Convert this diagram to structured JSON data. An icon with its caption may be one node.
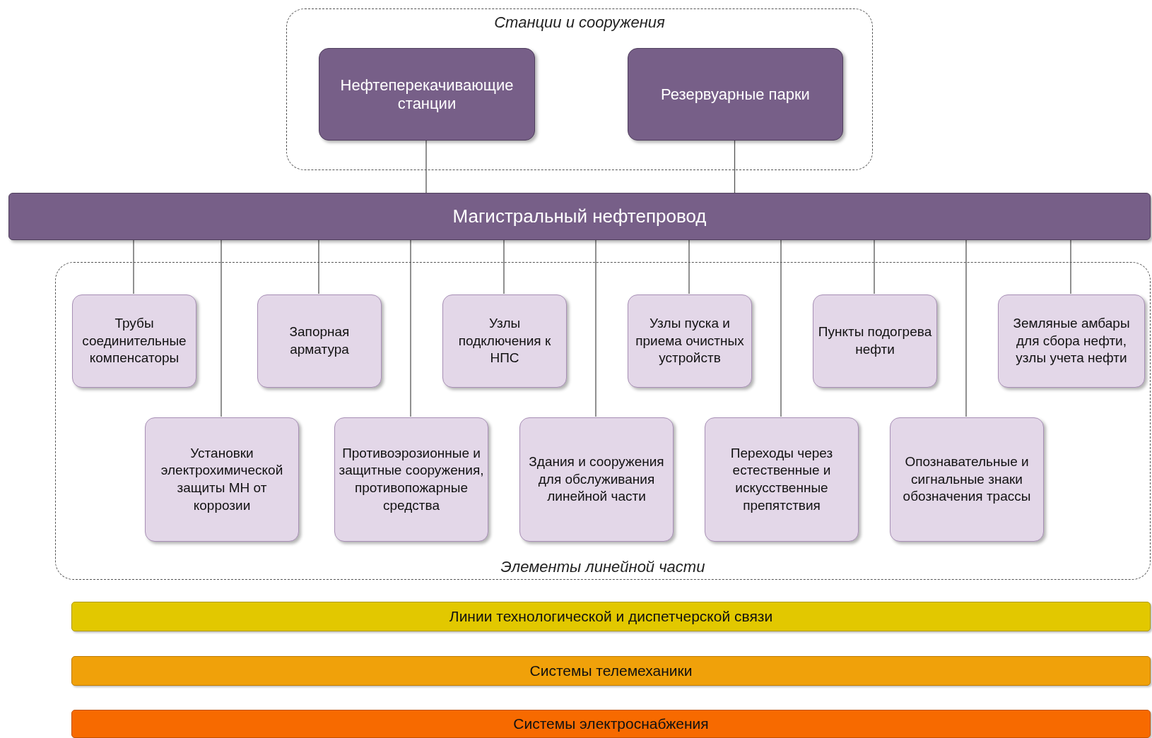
{
  "diagram": {
    "nodes": [
      {
        "text": [
          "Станции и сооружения"
        ]
      },
      {
        "text": [
          "Нефтеперекачивающие станции"
        ],
        "in": 0
      },
      {
        "text": [
          "Резервуарные парки"
        ],
        "in": 0
      },
      {
        "text": [
          "Магистральный нефтепровод"
        ]
      },
      {
        "text": [
          "Элементы линейной части"
        ]
      },
      {
        "text": [
          "Трубы соединительные компенсаторы"
        ],
        "in": 4
      },
      {
        "text": [
          "Запорная арматура"
        ],
        "in": 4
      },
      {
        "text": [
          "Узлы подключения к НПС"
        ],
        "in": 4
      },
      {
        "text": [
          "Узлы пуска и приема очистных устройств"
        ],
        "in": 4
      },
      {
        "text": [
          "Пункты подогрева нефти"
        ],
        "in": 4
      },
      {
        "text": [
          "Земляные амбары для сбора нефти, узлы учета нефти"
        ],
        "in": 4
      },
      {
        "text": [
          "Установки электрохимической защиты МН от коррозии"
        ],
        "in": 4
      },
      {
        "text": [
          "Противоэрозионные и защитные сооружения, противопожарные средства"
        ],
        "in": 4
      },
      {
        "text": [
          "Здания и сооружения для обслуживания линейной части"
        ],
        "in": 4
      },
      {
        "text": [
          "Переходы через естественные и искусственные препятствия"
        ],
        "in": 4
      },
      {
        "text": [
          "Опознавательные и сигнальные знаки обозначения трассы"
        ],
        "in": 4
      },
      {
        "text": [
          "Линии технологической и диспетчерской связи"
        ]
      },
      {
        "text": [
          "Системы телемеханики"
        ]
      },
      {
        "text": [
          "Системы электроснабжения"
        ]
      }
    ],
    "edges": [
      {
        "from": 1,
        "to": 3,
        "arrow": "none"
      },
      {
        "from": 2,
        "to": 3,
        "arrow": "none"
      },
      {
        "from": 3,
        "to": 5,
        "arrow": "none"
      },
      {
        "from": 3,
        "to": 11,
        "arrow": "none"
      },
      {
        "from": 3,
        "to": 6,
        "arrow": "none"
      },
      {
        "from": 3,
        "to": 12,
        "arrow": "none"
      },
      {
        "from": 3,
        "to": 7,
        "arrow": "none"
      },
      {
        "from": 3,
        "to": 13,
        "arrow": "none"
      },
      {
        "from": 3,
        "to": 8,
        "arrow": "none"
      },
      {
        "from": 3,
        "to": 14,
        "arrow": "none"
      },
      {
        "from": 3,
        "to": 9,
        "arrow": "none"
      },
      {
        "from": 3,
        "to": 15,
        "arrow": "none"
      },
      {
        "from": 3,
        "to": 10,
        "arrow": "none"
      }
    ]
  }
}
